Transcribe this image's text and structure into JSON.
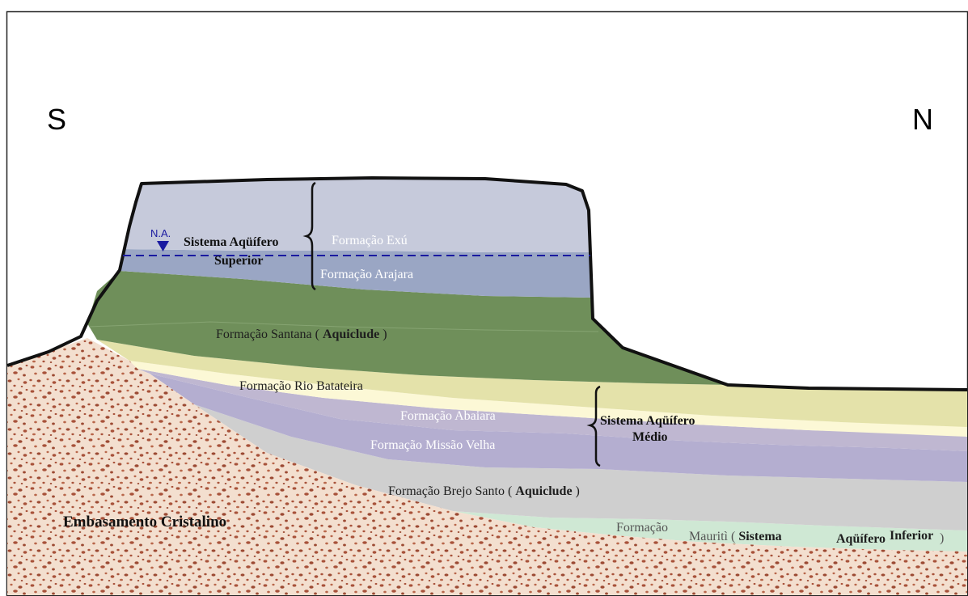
{
  "compass": {
    "south": "S",
    "north": "N"
  },
  "water_table": {
    "label": "N.A.",
    "color": "#1a1aa0"
  },
  "aquifer_systems": {
    "superior": {
      "line1": "Sistema Aqüífero",
      "line2": "Superior"
    },
    "medio": {
      "line1": "Sistema Aqüífero",
      "line2": "Médio"
    }
  },
  "formations": {
    "exu": "Formação Exú",
    "arajara": "Formação Arajara",
    "santana": {
      "name": "Formação Santana (",
      "note": "Aquiclude",
      "close": ")"
    },
    "rio_batateira": "Formação Rio Batateira",
    "abaiara": "Formação Abaiara",
    "missao_velha": "Formação Missão Velha",
    "brejo_santo": {
      "name": "Formação Brejo Santo (",
      "note": "Aquiclude",
      "close": ")"
    },
    "mauriti": {
      "word1": "Formação",
      "word2": "Mauritì (",
      "note1": "Sistema",
      "note2": "Aqüífero",
      "note3": "Inferior",
      "close": ")"
    }
  },
  "basement": "Embasamento Cristalino",
  "colors": {
    "exu": "#c6cadb",
    "arajara": "#9aa6c4",
    "santana": "#6f8f5a",
    "rio_batateira": "#e4e2aa",
    "cream_band": "#fcf8d6",
    "abaiara": "#bfb7d1",
    "missao_velha": "#b4aed0",
    "brejo_santo": "#cfcfcf",
    "mauriti": "#cfe8d4",
    "basement": "#f3dfcf",
    "basement_speckle": "#a8523a"
  }
}
